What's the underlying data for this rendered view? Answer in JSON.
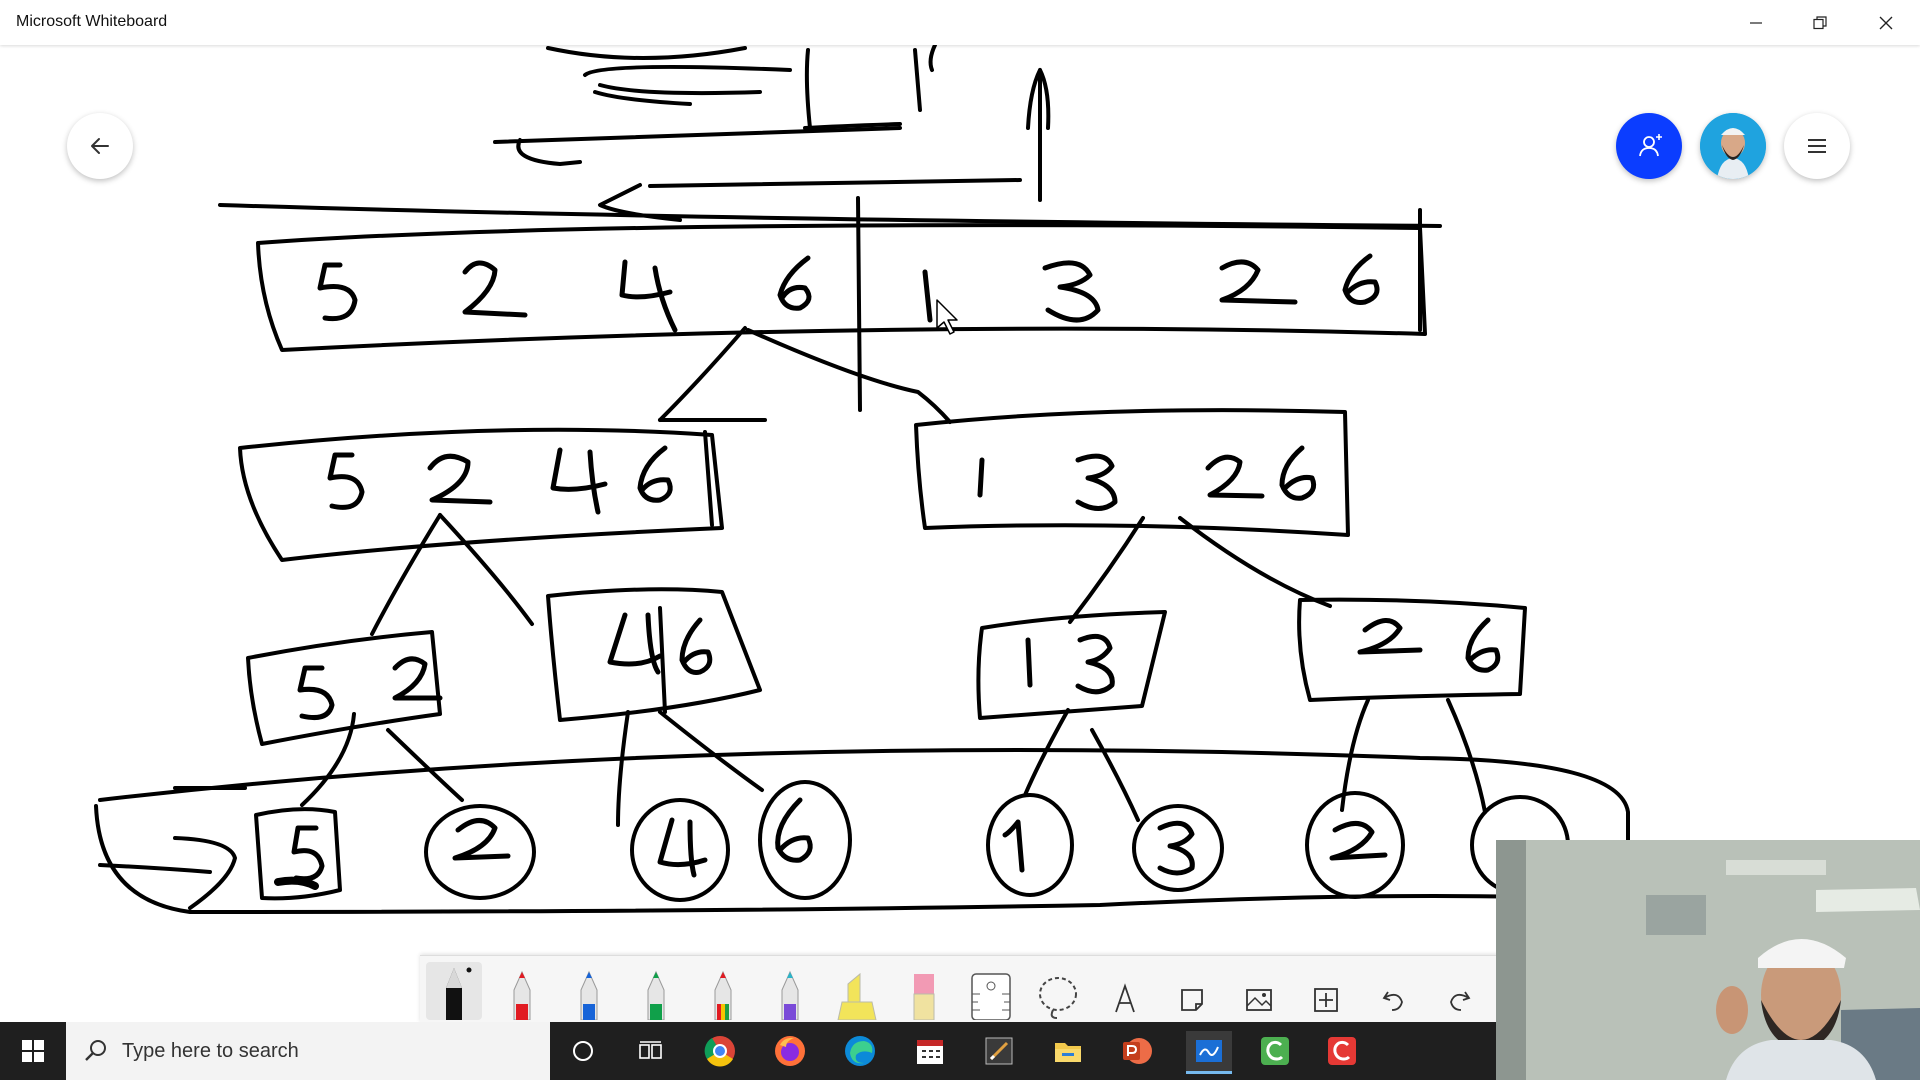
{
  "window": {
    "title": "Microsoft Whiteboard",
    "controls": [
      "minimize",
      "restore",
      "close"
    ]
  },
  "whiteboard": {
    "back_button_icon": "arrow-left-icon",
    "invite_button_icon": "add-person-icon",
    "menu_button_icon": "hamburger-menu-icon",
    "ink_color": "#000000",
    "handwriting": {
      "row1_left": [
        "5",
        "2",
        "4",
        "6"
      ],
      "row1_right": [
        "1",
        "3",
        "2",
        "6"
      ],
      "row2_left": "5 2 4 6",
      "row2_right": "1 3 2 6",
      "row3": [
        "5 2",
        "4 6",
        "1 3",
        "2 6"
      ],
      "row4": [
        "5",
        "2",
        "4",
        "6",
        "1",
        "3",
        "2"
      ]
    }
  },
  "ink_toolbar": {
    "tools": [
      "ballpoint-pen",
      "pen-red",
      "pen-blue",
      "pen-green",
      "pen-rainbow",
      "pen-galaxy",
      "highlighter",
      "eraser",
      "ruler",
      "lasso-select",
      "text",
      "sticky-note",
      "image",
      "add",
      "undo",
      "redo"
    ]
  },
  "taskbar": {
    "search_placeholder": "Type here to search",
    "apps": [
      "cortana-icon",
      "task-view-icon",
      "chrome-icon",
      "firefox-icon",
      "edge-icon",
      "calendar-icon",
      "sketch-app-icon",
      "file-explorer-icon",
      "powerpoint-icon",
      "whiteboard-icon",
      "camtasia-green-icon",
      "camtasia-red-icon"
    ]
  },
  "colors": {
    "accent_blue": "#0b3dff",
    "taskbar_bg": "#1f1f1f"
  }
}
